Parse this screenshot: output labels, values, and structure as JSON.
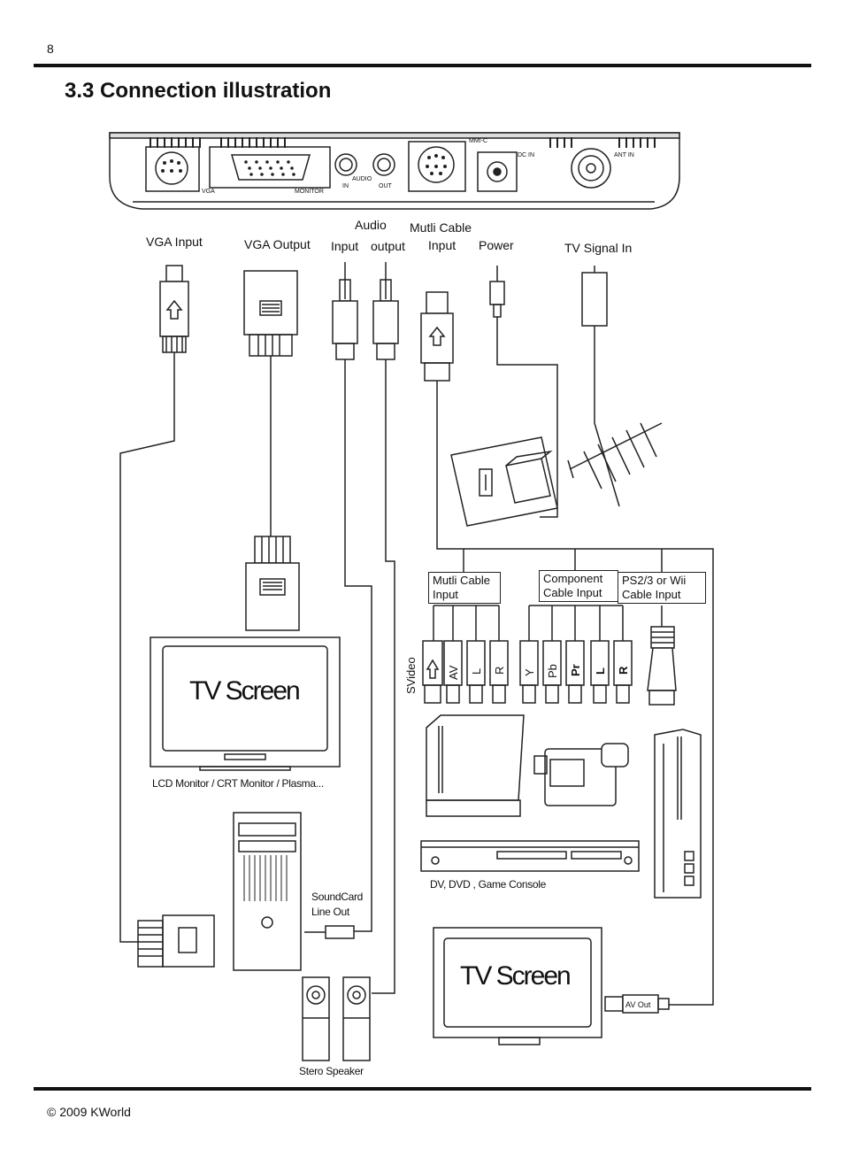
{
  "page": {
    "number": "8",
    "title": "3.3 Connection illustration",
    "footer": "© 2009 KWorld"
  },
  "device_panel": {
    "port_labels": {
      "vga": "VGA",
      "monitor": "MONITOR",
      "audio": "AUDIO",
      "in": "IN",
      "out": "OUT",
      "mmi_c": "MMI-C",
      "dc_in": "DC IN",
      "ant_in": "ANT IN"
    }
  },
  "connectors": {
    "vga_input": "VGA Input",
    "vga_output": "VGA Output",
    "audio": "Audio",
    "audio_input": "Input",
    "audio_output": "output",
    "multi_cable": "Mutli Cable",
    "multi_cable_input": "Input",
    "power": "Power",
    "tv_signal_in": "TV Signal In"
  },
  "cable_boxes": {
    "multi": [
      "Mutli Cable",
      "Input"
    ],
    "component": [
      "Component",
      "Cable Input"
    ],
    "ps2": [
      "PS2/3  or Wii",
      "Cable Input"
    ]
  },
  "plugs": {
    "svideo": "SVideo",
    "av": "AV",
    "l": "L",
    "r": "R",
    "y": "Y",
    "pb": "Pb",
    "pr": "Pr",
    "l2": "L",
    "r2": "R"
  },
  "devices": {
    "tv_screen_1": "TV Screen",
    "monitor_caption": "LCD Monitor / CRT Monitor / Plasma...",
    "soundcard": [
      "SoundCard",
      "Line Out"
    ],
    "consoles_caption": "DV, DVD , Game Console",
    "tv_screen_2": "TV Screen",
    "av_out": "AV Out",
    "speaker_caption": "Stero Speaker"
  }
}
